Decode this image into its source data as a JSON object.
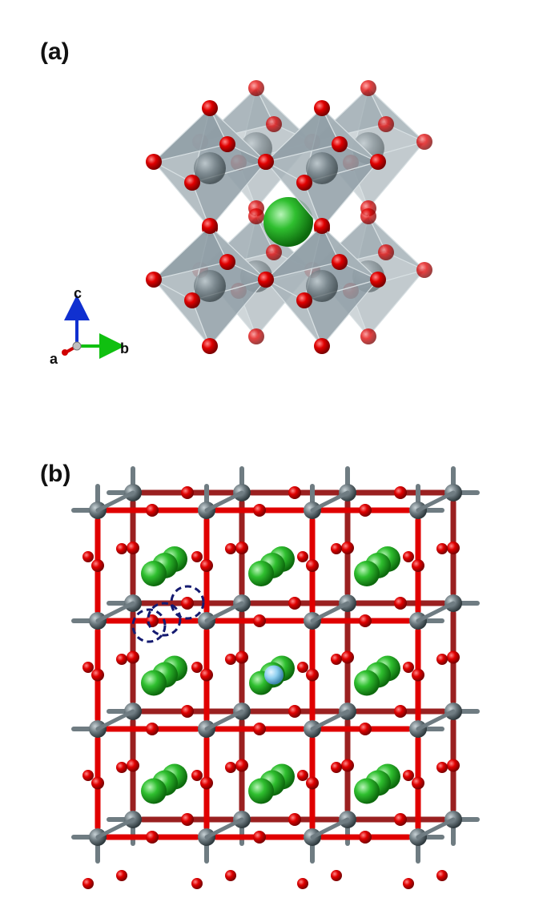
{
  "panels": {
    "a": {
      "label": "(a)"
    },
    "b": {
      "label": "(b)"
    }
  },
  "axes": {
    "a": "a",
    "b": "b",
    "c": "c"
  },
  "colors": {
    "oxygen": "#e00000",
    "metal": "#6f7c82",
    "octahedron": "#8f9ea6",
    "a_site": "#2fbf2f",
    "substituent": "#8fd0f0",
    "highlight_ring": "#141a70",
    "axis_a": "#d00000",
    "axis_b": "#10c010",
    "axis_c": "#1030d0"
  }
}
